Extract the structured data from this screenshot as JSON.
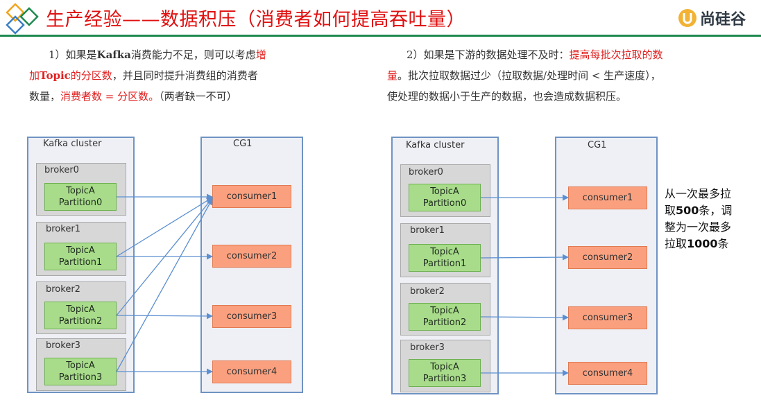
{
  "header": {
    "title": "生产经验——数据积压（消费者如何提高吞吐量）",
    "logo_text": "尚硅谷"
  },
  "para1": {
    "line1_a": "1）如果是",
    "line1_b": "Kafka",
    "line1_c": "消费能力不足，则可以考虑",
    "line1_d": "增",
    "line2_a": "加",
    "line2_b": "Topic",
    "line2_c": "的分区数",
    "line2_d": "，并且同时提升消费组的消费者",
    "line3_a": "数量，",
    "line3_b": "消费者数 = 分区数。",
    "line3_c": "（两者缺一不可）"
  },
  "para2": {
    "line1_a": "2）如果是下游的数据处理不及时：",
    "line1_b": "提高每批次拉取的数",
    "line2_a": "量",
    "line2_b": "。批次拉取数据过少（拉取数据/处理时间 < 生产速度），",
    "line3": "使处理的数据小于生产的数据，也会造成数据积压。"
  },
  "left_diagram": {
    "cluster_label": "Kafka cluster",
    "cg_label": "CG1",
    "brokers": [
      {
        "name": "broker0",
        "topic": "TopicA",
        "partition": "Partition0"
      },
      {
        "name": "broker1",
        "topic": "TopicA",
        "partition": "Partition1"
      },
      {
        "name": "broker2",
        "topic": "TopicA",
        "partition": "Partition2"
      },
      {
        "name": "broker3",
        "topic": "TopicA",
        "partition": "Partition3"
      }
    ],
    "consumers": [
      "consumer1",
      "consumer2",
      "consumer3",
      "consumer4"
    ]
  },
  "right_diagram": {
    "cluster_label": "Kafka cluster",
    "cg_label": "CG1",
    "brokers": [
      {
        "name": "broker0",
        "topic": "TopicA",
        "partition": "Partition0"
      },
      {
        "name": "broker1",
        "topic": "TopicA",
        "partition": "Partition1"
      },
      {
        "name": "broker2",
        "topic": "TopicA",
        "partition": "Partition2"
      },
      {
        "name": "broker3",
        "topic": "TopicA",
        "partition": "Partition3"
      }
    ],
    "consumers": [
      "consumer1",
      "consumer2",
      "consumer3",
      "consumer4"
    ]
  },
  "note": {
    "l1": "从一次最多拉",
    "l2a": "取",
    "l2b": "500",
    "l2c": "条，调",
    "l3": "整为一次最多",
    "l4a": "拉取",
    "l4b": "1000",
    "l4c": "条"
  },
  "colors": {
    "title": "#e01010",
    "accent_line": "#1e8a4f",
    "arrow": "#5b8fd1",
    "broker": "#d7d7d7",
    "topic": "#a8dc8a",
    "consumer": "#fba07f"
  }
}
